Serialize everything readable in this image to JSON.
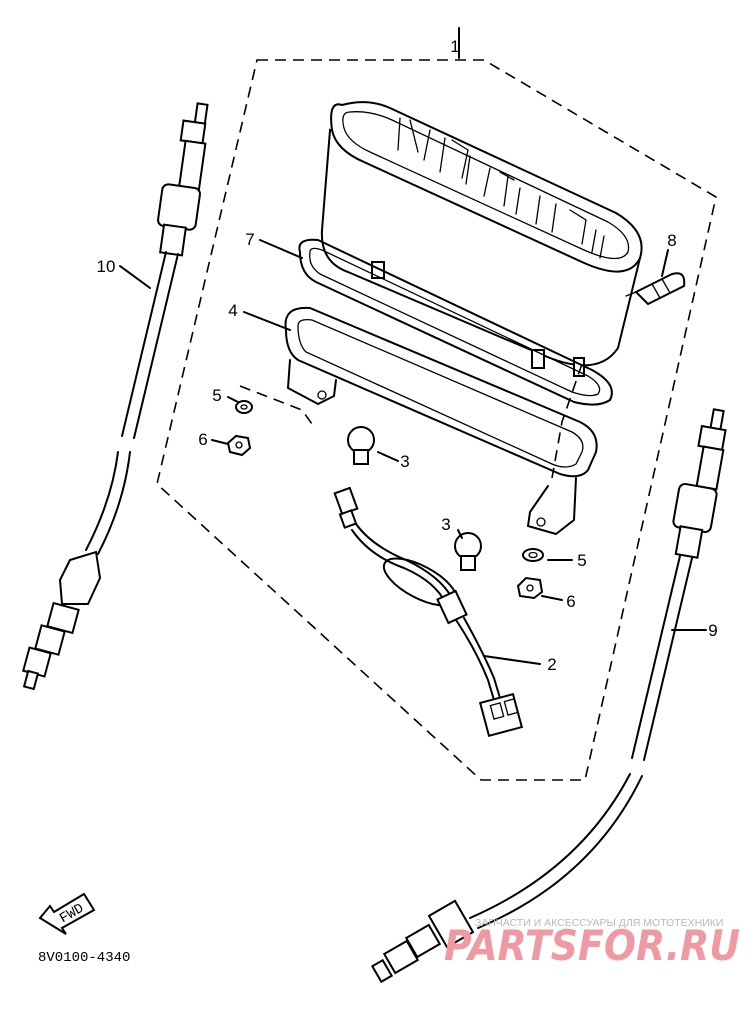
{
  "assembly_number": "1",
  "callouts": [
    {
      "id": "7",
      "text": "7"
    },
    {
      "id": "8",
      "text": "8"
    },
    {
      "id": "4",
      "text": "4"
    },
    {
      "id": "10",
      "text": "10"
    },
    {
      "id": "5a",
      "text": "5"
    },
    {
      "id": "6a",
      "text": "6"
    },
    {
      "id": "3a",
      "text": "3"
    },
    {
      "id": "3b",
      "text": "3"
    },
    {
      "id": "5b",
      "text": "5"
    },
    {
      "id": "6b",
      "text": "6"
    },
    {
      "id": "2",
      "text": "2"
    },
    {
      "id": "9",
      "text": "9"
    }
  ],
  "direction_badge": "FWD",
  "diagram_code": "8V0100-4340",
  "watermark": {
    "caption": "ЗАПЧАСТИ И АКСЕССУАРЫ ДЛЯ МОТОТЕХНИКИ",
    "logo": "PARTSFOR.RU"
  }
}
